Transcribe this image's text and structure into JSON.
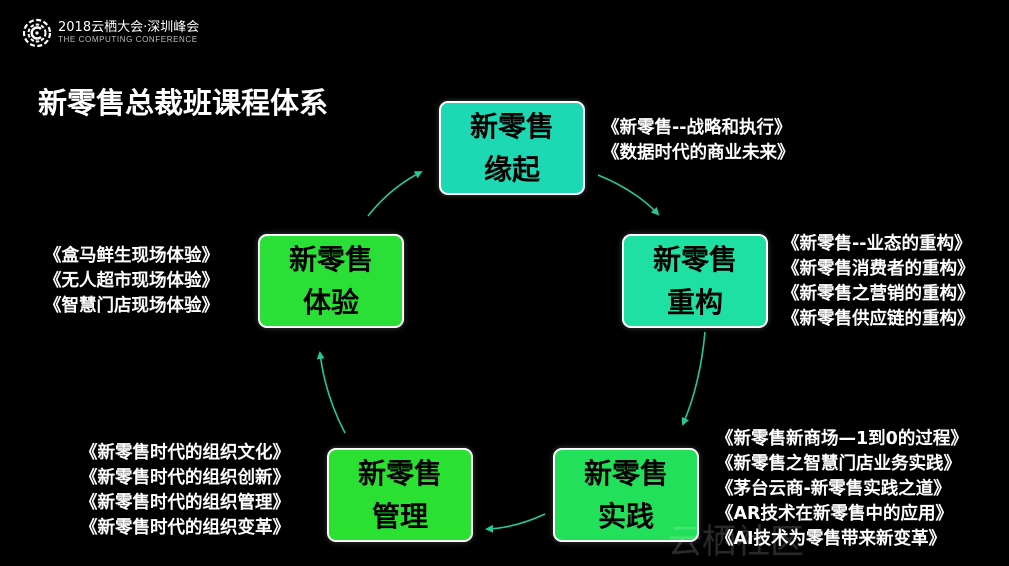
{
  "brand": {
    "logo_icon": "cloud-conference-logo-icon",
    "title": "2018云栖大会·深圳峰会",
    "subtitle": "THE COMPUTING CONFERENCE"
  },
  "page_title": "新零售总裁班课程体系",
  "colors": {
    "box_green": "#22e02a",
    "box_teal": "#1dd9b0",
    "arrow": "#22c99a",
    "background": "#000000"
  },
  "stages": [
    {
      "id": "origin",
      "line1": "新零售",
      "line2": "缘起",
      "color": "#1cd9b3",
      "courses": [
        "《新零售--战略和执行》",
        "《数据时代的商业未来》"
      ]
    },
    {
      "id": "restructure",
      "line1": "新零售",
      "line2": "重构",
      "color": "#1de0a2",
      "courses": [
        "《新零售--业态的重构》",
        "《新零售消费者的重构》",
        "《新零售之营销的重构》",
        "《新零售供应链的重构》"
      ]
    },
    {
      "id": "practice",
      "line1": "新零售",
      "line2": "实践",
      "color": "#22e05a",
      "courses": [
        "《新零售新商场—1到0的过程》",
        "《新零售之智慧门店业务实践》",
        "《茅台云商-新零售实践之道》",
        "《AR技术在新零售中的应用》",
        "《AI技术为零售带来新变革》"
      ]
    },
    {
      "id": "management",
      "line1": "新零售",
      "line2": "管理",
      "color": "#2ae030",
      "courses": [
        "《新零售时代的组织文化》",
        "《新零售时代的组织创新》",
        "《新零售时代的组织管理》",
        "《新零售时代的组织变革》"
      ]
    },
    {
      "id": "experience",
      "line1": "新零售",
      "line2": "体验",
      "color": "#2ae036",
      "courses": [
        "《盒马鲜生现场体验》",
        "《无人超市现场体验》",
        "《智慧门店现场体验》"
      ]
    }
  ],
  "watermark": "云栖社区"
}
